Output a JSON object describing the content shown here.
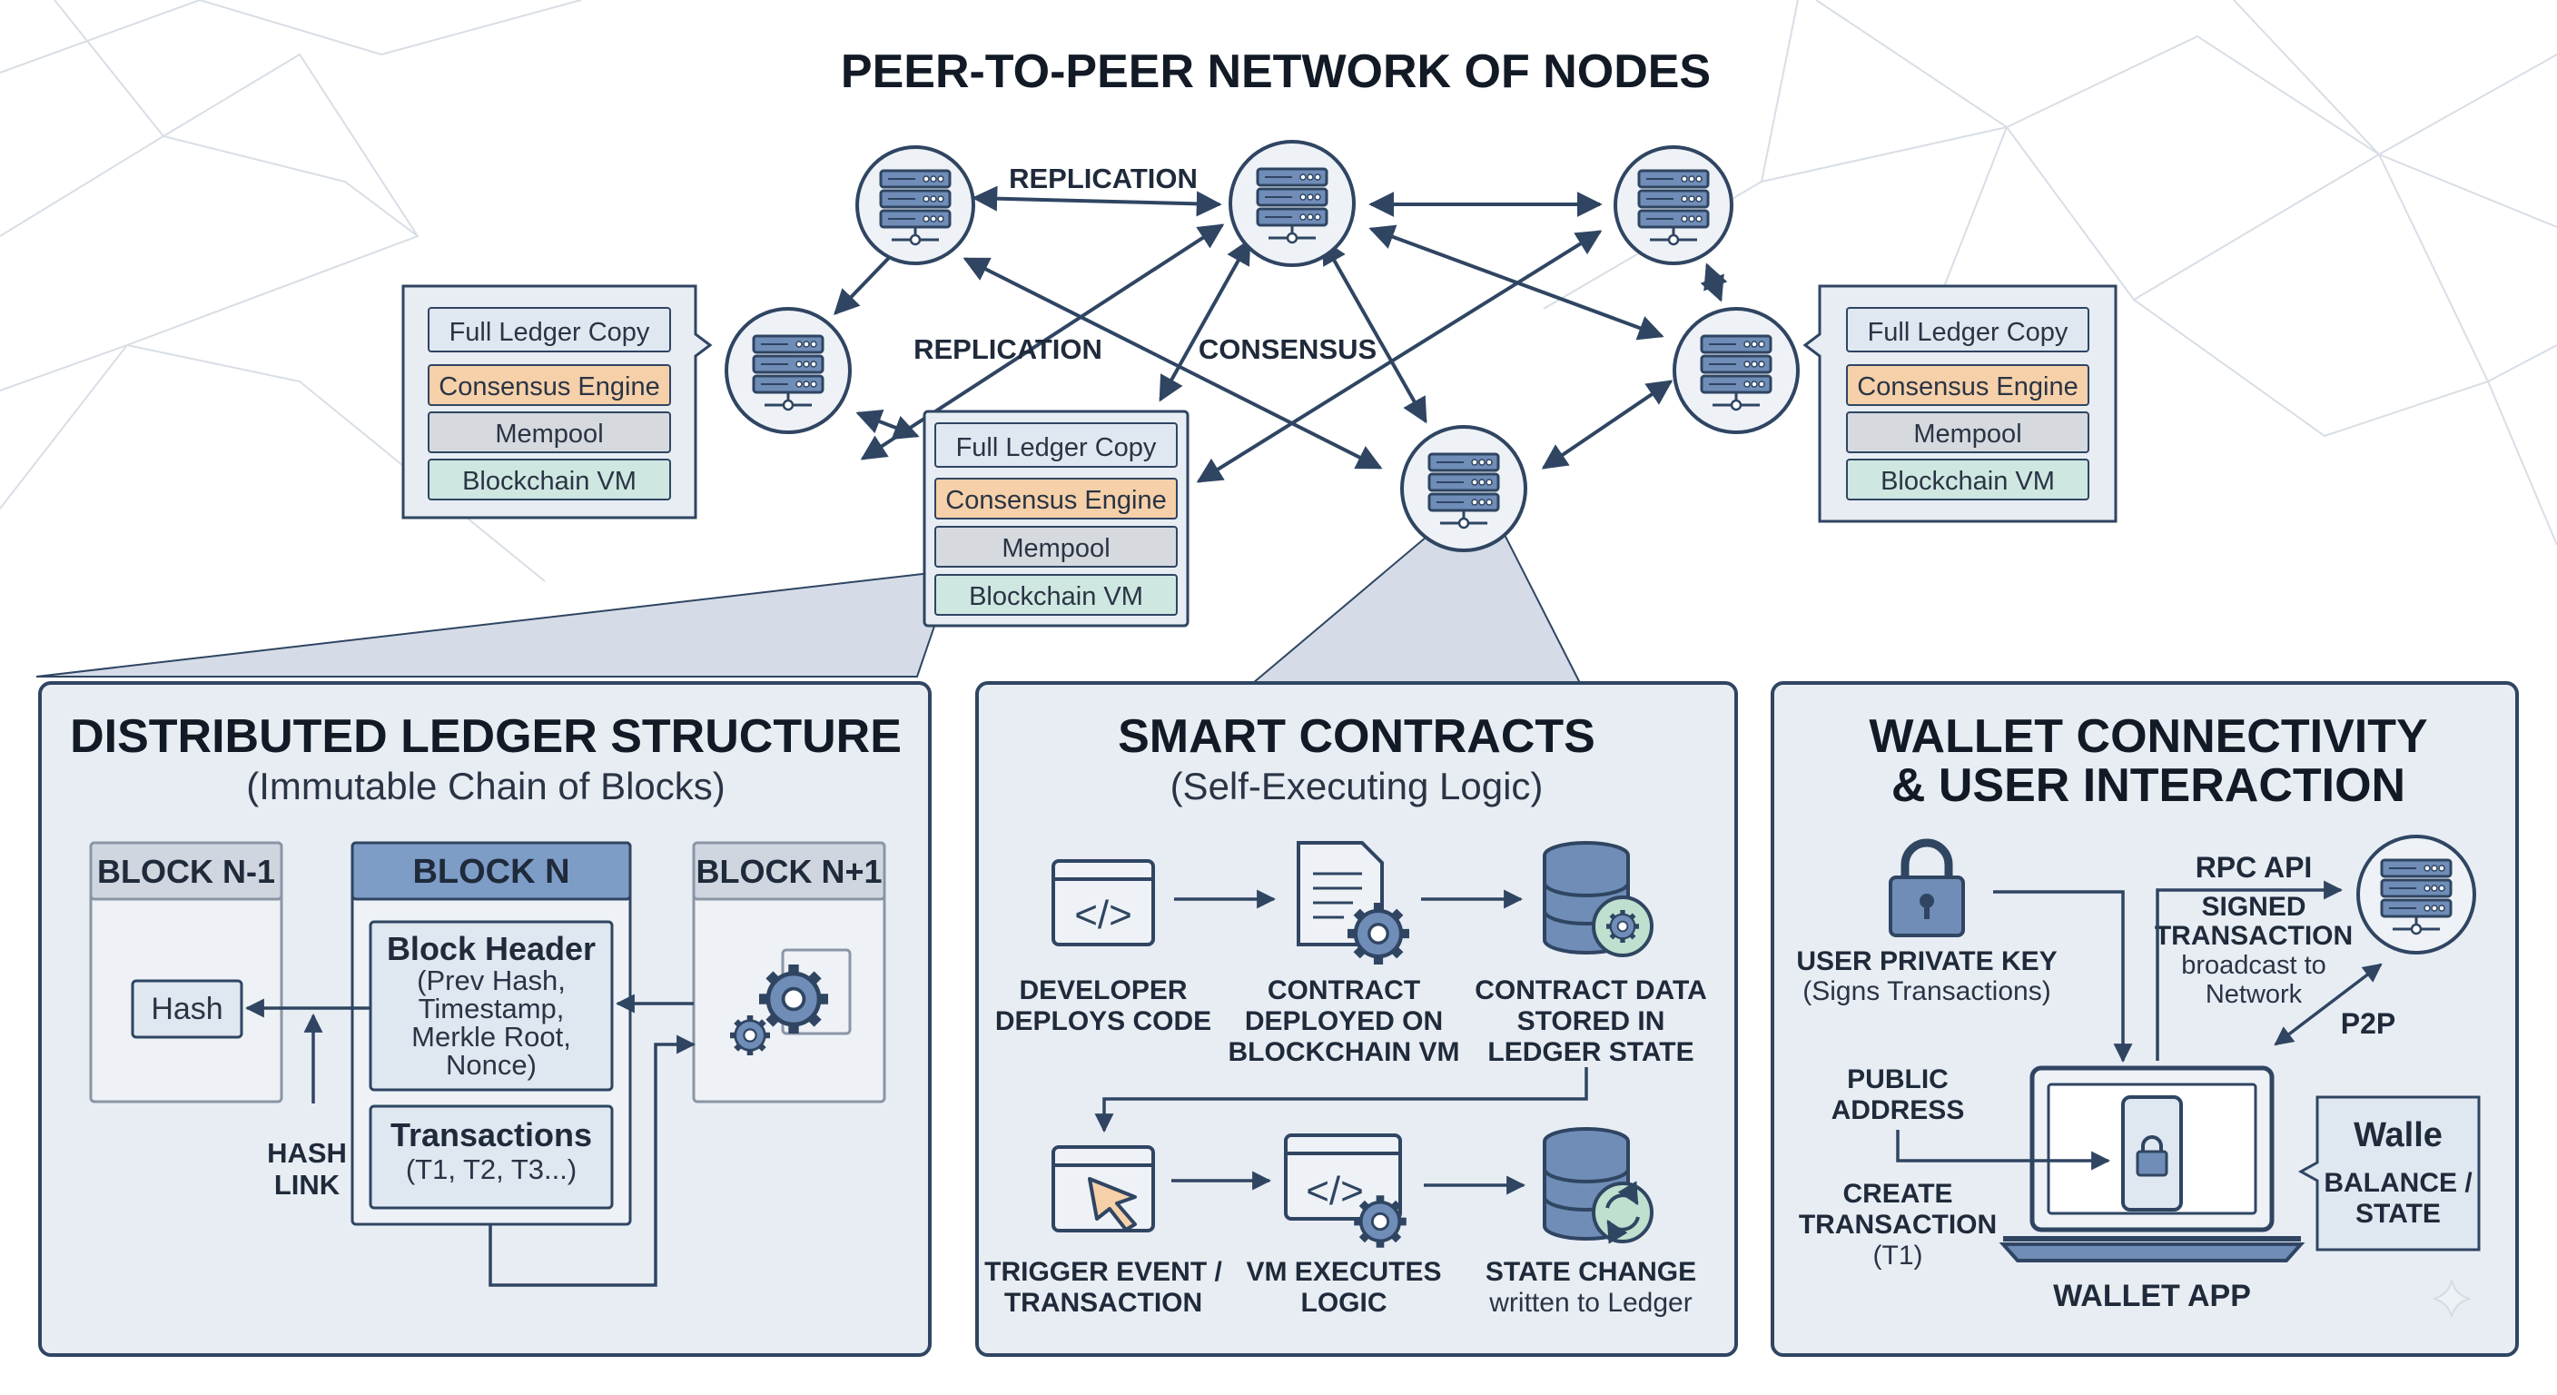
{
  "colors": {
    "navy": "#2f4562",
    "panel_fill": "#e8edf4",
    "server_blue": "#6f8db7",
    "consensus_orange": "#f5d0a9",
    "mempool_gray": "#d6d9de",
    "vm_teal": "#cfe7e1",
    "ledger_blue": "#dfe7f1",
    "header_blue": "#7d9dc7",
    "stored_green": "#bfe0cf"
  },
  "network": {
    "title": "PEER-TO-PEER NETWORK OF NODES",
    "labels": {
      "replication_top": "REPLICATION",
      "replication_mid": "REPLICATION",
      "consensus": "CONSENSUS"
    },
    "node_stack": {
      "full_ledger": "Full Ledger Copy",
      "consensus_engine": "Consensus Engine",
      "mempool": "Mempool",
      "blockchain_vm": "Blockchain VM"
    },
    "server_icon": "server-rack-icon"
  },
  "ledger_panel": {
    "title": "DISTRIBUTED LEDGER STRUCTURE",
    "subtitle": "(Immutable Chain of Blocks)",
    "block_prev": {
      "title": "BLOCK N-1",
      "hash": "Hash"
    },
    "block_n": {
      "title": "BLOCK N",
      "header_title": "Block Header",
      "header_lines": [
        "(Prev Hash,",
        "Timestamp,",
        "Merkle Root,",
        "Nonce)"
      ],
      "tx_title": "Transactions",
      "tx_detail": "(T1, T2, T3...)"
    },
    "block_next": {
      "title": "BLOCK N+1"
    },
    "hash_link": [
      "HASH",
      "LINK"
    ]
  },
  "contracts_panel": {
    "title": "SMART CONTRACTS",
    "subtitle": "(Self-Executing Logic)",
    "steps": [
      {
        "lines": [
          "DEVELOPER",
          "DEPLOYS CODE"
        ],
        "icon": "code-window-icon"
      },
      {
        "lines": [
          "CONTRACT",
          "DEPLOYED ON",
          "BLOCKCHAIN VM"
        ],
        "icon": "document-gear-icon"
      },
      {
        "lines": [
          "CONTRACT DATA",
          "STORED IN",
          "LEDGER STATE"
        ],
        "icon": "database-gear-icon"
      },
      {
        "lines": [
          "TRIGGER EVENT /",
          "TRANSACTION"
        ],
        "icon": "cursor-window-icon"
      },
      {
        "lines": [
          "VM EXECUTES",
          "LOGIC"
        ],
        "icon": "code-gear-icon"
      },
      {
        "lines": [
          "STATE CHANGE"
        ],
        "sub": "written to Ledger",
        "icon": "database-refresh-icon"
      }
    ]
  },
  "wallet_panel": {
    "title_lines": [
      "WALLET CONNECTIVITY",
      "& USER INTERACTION"
    ],
    "private_key": {
      "title": "USER PRIVATE KEY",
      "sub": "(Signs Transactions)"
    },
    "rpc_api": "RPC API",
    "signed_tx": {
      "lines": [
        "SIGNED",
        "TRANSACTION"
      ],
      "sub_lines": [
        "broadcast to",
        "Network"
      ]
    },
    "p2p": "P2P",
    "public_address": [
      "PUBLIC",
      "ADDRESS"
    ],
    "create_tx": {
      "lines": [
        "CREATE",
        "TRANSACTION"
      ],
      "sub": "(T1)"
    },
    "wallet_app": "WALLET APP",
    "callout": {
      "title": "Walle",
      "lines": [
        "BALANCE /",
        "STATE"
      ]
    }
  }
}
